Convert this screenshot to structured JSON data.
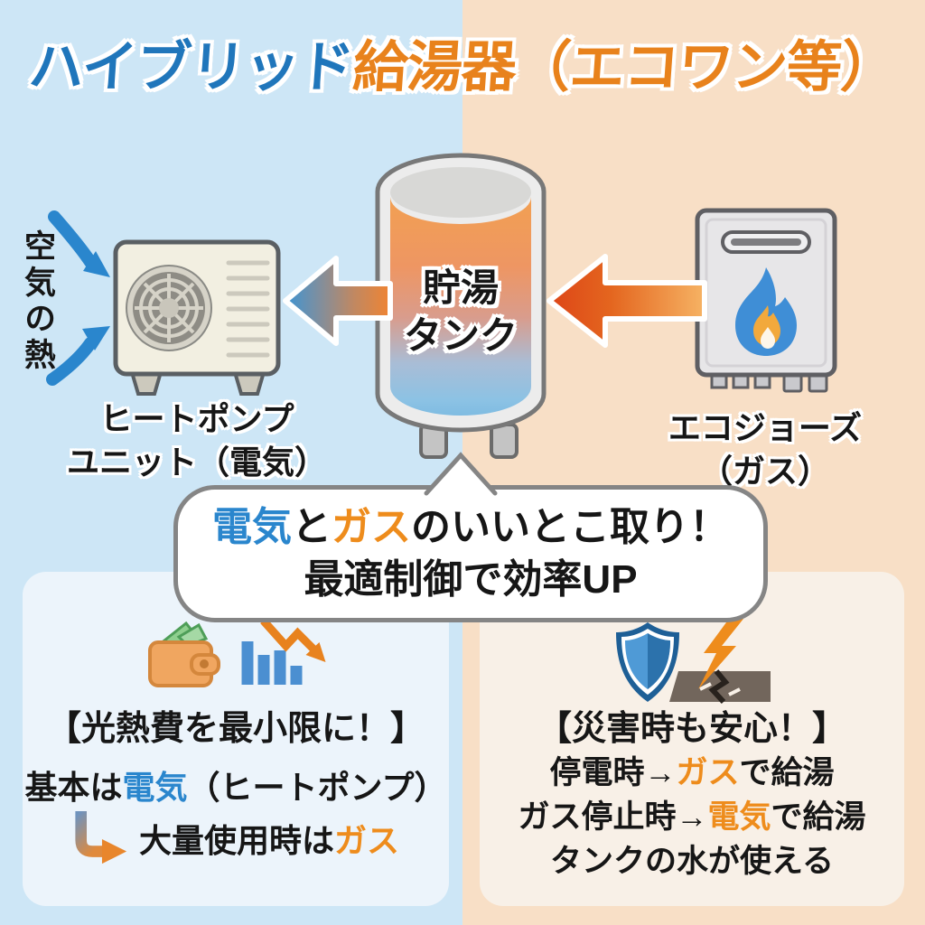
{
  "title": {
    "blue": "ハイブリッド",
    "orange": "給湯器（エコワン等）"
  },
  "diagram": {
    "air_heat": "空気の熱",
    "heat_pump_label1": "ヒートポンプ",
    "heat_pump_label2": "ユニット（電気）",
    "tank_label1": "貯湯",
    "tank_label2": "タンク",
    "gas_label1": "エコジョーズ",
    "gas_label2": "（ガス）"
  },
  "bubble": {
    "electric": "電気",
    "and": "と",
    "gas": "ガス",
    "rest": "のいいとこ取り！",
    "line2": "最適制御で効率UP"
  },
  "cost_box": {
    "heading": "【光熱費を最小限に！】",
    "line1_pre": "基本は",
    "line1_electric": "電気",
    "line1_post": "（ヒートポンプ）",
    "line2_pre": "大量使用時は",
    "line2_gas": "ガス"
  },
  "disaster_box": {
    "heading": "【災害時も安心！】",
    "line1_pre": "停電時→",
    "line1_gas": "ガス",
    "line1_post": "で給湯",
    "line2_pre": "ガス停止時→",
    "line2_electric": "電気",
    "line2_post": "で給湯",
    "line3": "タンクの水が使える"
  },
  "colors": {
    "electric_blue": "#2a86cd",
    "gas_orange": "#ee8c1c",
    "title_blue": "#2076bb",
    "title_orange": "#e8821c",
    "bg_left": "#cde6f6",
    "bg_right": "#f8dfc6",
    "tank_hot": "#f2a052",
    "tank_cold": "#7fbce2"
  },
  "icons": {
    "fan": "fan-icon",
    "flame": "flame-icon",
    "wallet": "wallet-icon",
    "chart_down": "chart-down-icon",
    "shield": "shield-icon",
    "lightning": "lightning-icon",
    "cracked_ground": "cracked-ground-icon"
  }
}
